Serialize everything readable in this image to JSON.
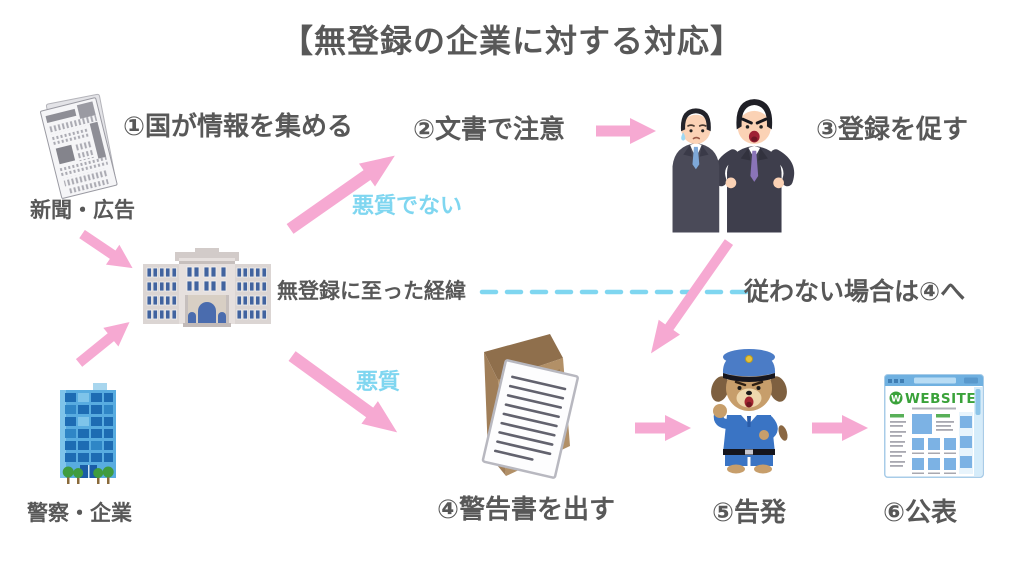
{
  "title": "【無登録の企業に対する対応】",
  "steps": [
    {
      "label": "①国が情報を集める"
    },
    {
      "label": "②文書で注意"
    },
    {
      "label": "③登録を促す"
    },
    {
      "label": "④警告書を出す"
    },
    {
      "label": "⑤告発"
    },
    {
      "label": "⑥公表"
    }
  ],
  "sources": {
    "newspaper": "新聞・広告",
    "police_company": "警察・企業"
  },
  "annotations": {
    "building_caption": "無登録に至った経緯",
    "branch_not_malicious": "悪質でない",
    "branch_malicious": "悪質",
    "no_compliance": "従わない場合は④へ"
  },
  "website_illustration": {
    "header": "WEBSITE"
  },
  "colors": {
    "arrow_pink": "#f6a9d2",
    "branch_lightblue": "#7fd6f0",
    "text_gray": "#585858"
  }
}
